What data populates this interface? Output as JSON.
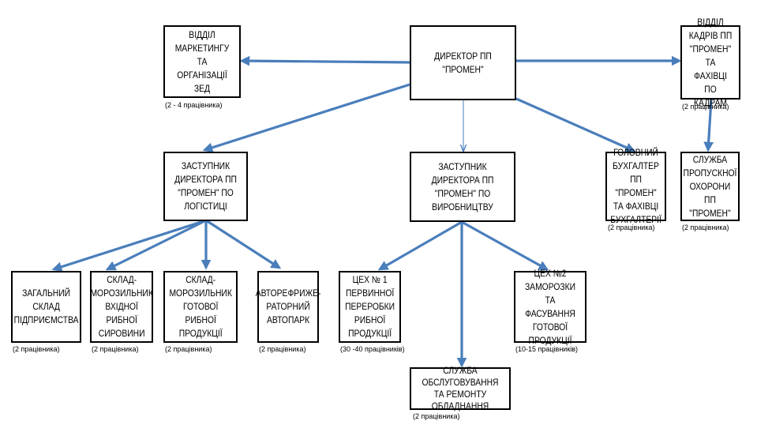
{
  "org_chart": {
    "director": {
      "label": "ДИРЕКТОР ПП \"ПРОМЕН\""
    },
    "marketing": {
      "label": "ВІДДІЛ МАРКЕТИНГУ ТА ОРГАНІЗАЦІЇ ЗЕД",
      "staff": "(2 - 4 працівника)"
    },
    "hr": {
      "label": "ВІДДІЛ КАДРІВ ПП \"ПРОМЕН\" ТА ФАХІВЦІ ПО КАДРАМ",
      "staff": "(2 працівника)"
    },
    "deputy_logistics": {
      "label": "ЗАСТУПНИК ДИРЕКТОРА ПП \"ПРОМЕН\" ПО ЛОГІСТИЦІ"
    },
    "deputy_production": {
      "label": "ЗАСТУПНИК ДИРЕКТОРА ПП \"ПРОМЕН\" ПО ВИРОБНИЦТВУ"
    },
    "chief_accountant": {
      "label": "ГОЛОВНИЙ БУХГАЛТЕР ПП \"ПРОМЕН\" ТА ФАХІВЦІ БУХГАЛТЕРІЇ",
      "staff": "(2 працівника)"
    },
    "security": {
      "label": "СЛУЖБА ПРОПУСКНОЇ ОХОРОНИ ПП \"ПРОМЕН\"",
      "staff": "(2 працівника)"
    },
    "general_warehouse": {
      "label": "ЗАГАЛЬНИЙ СКЛАД ПІДПРИЄМСТВА",
      "staff": "(2 працівника)"
    },
    "raw_freezer": {
      "label": "СКЛАД-МОРОЗИЛЬНИК ВХІДНОЇ РИБНОЇ СИРОВИНИ",
      "staff": "(2 працівника)"
    },
    "finished_freezer": {
      "label": "СКЛАД-МОРОЗИЛЬНИК ГОТОВОЇ РИБНОЇ ПРОДУКЦІЇ",
      "staff": "(2 працівника)"
    },
    "reefer_fleet": {
      "label": "АВТОРЕФРИЖЕ-РАТОРНИЙ АВТОПАРК",
      "staff": "(2 працівника)"
    },
    "workshop1": {
      "label": "ЦЕХ № 1 ПЕРВИННОЇ ПЕРЕРОБКИ РИБНОЇ ПРОДУКЦІЇ",
      "staff": "(30 -40 працівників)"
    },
    "workshop2": {
      "label": "ЦЕХ №2 ЗАМОРОЗКИ ТА ФАСУВАННЯ ГОТОВОЇ ПРОДУКЦІЇ",
      "staff": "(10-15 працівників)"
    },
    "maintenance": {
      "label": "СЛУЖБА ОБСЛУГОВУВАННЯ ТА РЕМОНТУ ОБЛАДНАННЯ",
      "staff": "(2 працівника)"
    }
  },
  "colors": {
    "arrow": "#4a7ebb",
    "box_border": "#000000"
  }
}
